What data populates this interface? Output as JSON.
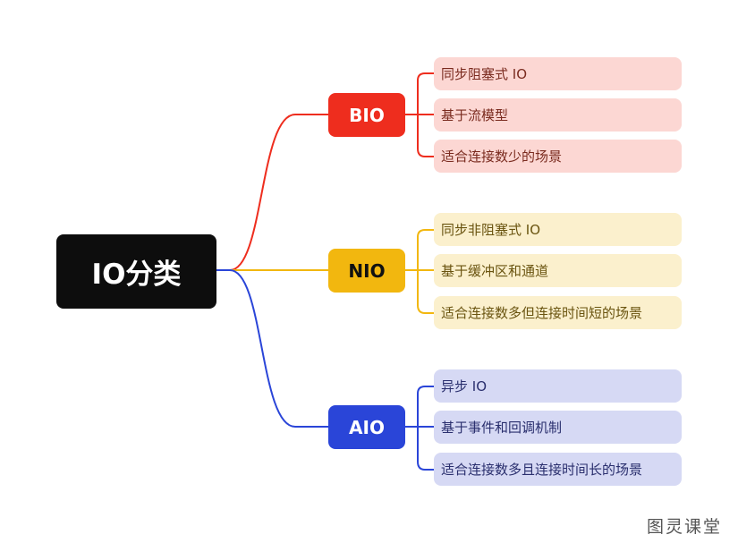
{
  "root": {
    "label": "IO分类",
    "color": "#0d0d0d"
  },
  "branches": [
    {
      "label": "BIO",
      "color": "#ee2d1e",
      "leaves": [
        "同步阻塞式 IO",
        "基于流模型",
        "适合连接数少的场景"
      ]
    },
    {
      "label": "NIO",
      "color": "#f2b70f",
      "leaves": [
        "同步非阻塞式 IO",
        "基于缓冲区和通道",
        "适合连接数多但连接时间短的场景"
      ]
    },
    {
      "label": "AIO",
      "color": "#2a45d8",
      "leaves": [
        "异步 IO",
        "基于事件和回调机制",
        "适合连接数多且连接时间长的场景"
      ]
    }
  ],
  "watermark": "图灵课堂"
}
